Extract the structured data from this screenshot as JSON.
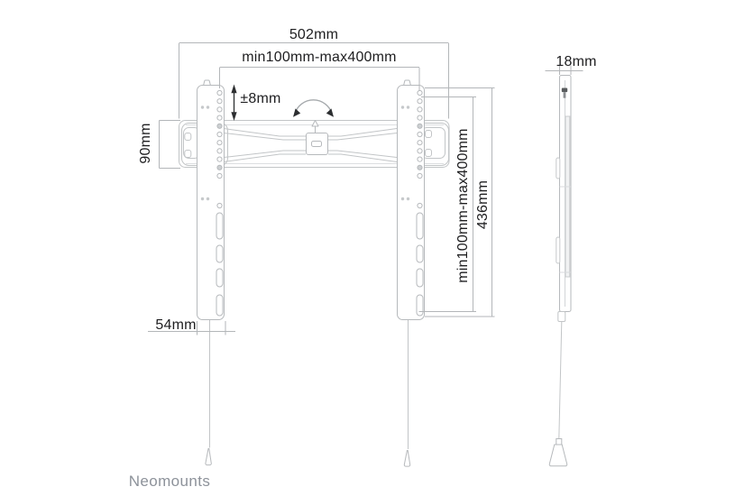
{
  "brand": "Neomounts",
  "front_view": {
    "total_width": "502mm",
    "vesa_width": "min100mm-max400mm",
    "level_adjustment": "±8mm",
    "rail_height": "90mm",
    "bracket_width": "54mm",
    "vesa_height": "min100mm-max400mm",
    "bracket_height": "436mm"
  },
  "side_view": {
    "depth": "18mm"
  },
  "colors": {
    "background": "#ffffff",
    "outline": "#c2c5c7",
    "part_outline": "#b6b9bc",
    "dimension_line": "#b3b6b9",
    "text": "#1e1e20",
    "dark_arrow": "#2c2e30",
    "brand_text": "#8d929a"
  }
}
